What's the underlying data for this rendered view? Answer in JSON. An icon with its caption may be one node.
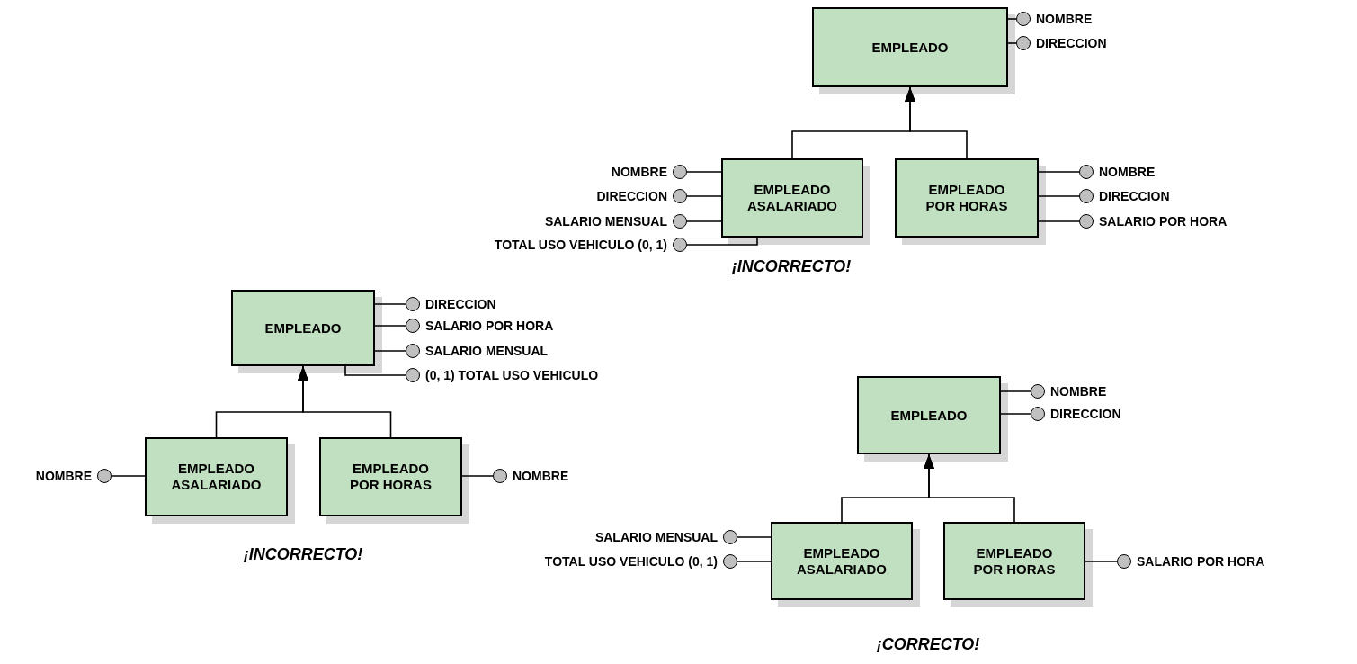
{
  "diagram": {
    "nodes": [
      {
        "text": [
          "EMPLEADO"
        ]
      },
      {
        "text": [
          "NOMBRE"
        ]
      },
      {
        "text": [
          "DIRECCION"
        ]
      },
      {
        "text": [
          "EMPLEADO ASALARIADO"
        ]
      },
      {
        "text": [
          "EMPLEADO POR HORAS"
        ]
      },
      {
        "text": [
          "NOMBRE"
        ]
      },
      {
        "text": [
          "DIRECCION"
        ]
      },
      {
        "text": [
          "SALARIO MENSUAL"
        ]
      },
      {
        "text": [
          "TOTAL USO VEHICULO (0, 1)"
        ]
      },
      {
        "text": [
          "NOMBRE"
        ]
      },
      {
        "text": [
          "DIRECCION"
        ]
      },
      {
        "text": [
          "SALARIO POR HORA"
        ]
      },
      {
        "text": [
          "EMPLEADO"
        ]
      },
      {
        "text": [
          "DIRECCION"
        ]
      },
      {
        "text": [
          "SALARIO POR HORA"
        ]
      },
      {
        "text": [
          "SALARIO MENSUAL"
        ]
      },
      {
        "text": [
          "(0, 1) TOTAL USO VEHICULO"
        ]
      },
      {
        "text": [
          "EMPLEADO ASALARIADO"
        ]
      },
      {
        "text": [
          "EMPLEADO POR HORAS"
        ]
      },
      {
        "text": [
          "NOMBRE"
        ]
      },
      {
        "text": [
          "NOMBRE"
        ]
      },
      {
        "text": [
          "EMPLEADO"
        ]
      },
      {
        "text": [
          "NOMBRE"
        ]
      },
      {
        "text": [
          "DIRECCION"
        ]
      },
      {
        "text": [
          "EMPLEADO ASALARIADO"
        ]
      },
      {
        "text": [
          "EMPLEADO POR HORAS"
        ]
      },
      {
        "text": [
          "SALARIO MENSUAL"
        ]
      },
      {
        "text": [
          "TOTAL USO VEHICULO (0, 1)"
        ]
      },
      {
        "text": [
          "SALARIO POR HORA"
        ]
      }
    ],
    "edges": [
      {
        "from": 0,
        "to": 1,
        "arrow": "none"
      },
      {
        "from": 0,
        "to": 2,
        "arrow": "none"
      },
      {
        "from": 3,
        "to": 0,
        "arrow": "to"
      },
      {
        "from": 4,
        "to": 0,
        "arrow": "to"
      },
      {
        "from": 3,
        "to": 5,
        "arrow": "none"
      },
      {
        "from": 3,
        "to": 6,
        "arrow": "none"
      },
      {
        "from": 3,
        "to": 7,
        "arrow": "none"
      },
      {
        "from": 3,
        "to": 8,
        "arrow": "none"
      },
      {
        "from": 4,
        "to": 9,
        "arrow": "none"
      },
      {
        "from": 4,
        "to": 10,
        "arrow": "none"
      },
      {
        "from": 4,
        "to": 11,
        "arrow": "none"
      },
      {
        "from": 12,
        "to": 13,
        "arrow": "none"
      },
      {
        "from": 12,
        "to": 14,
        "arrow": "none"
      },
      {
        "from": 12,
        "to": 15,
        "arrow": "none"
      },
      {
        "from": 12,
        "to": 16,
        "arrow": "none"
      },
      {
        "from": 17,
        "to": 12,
        "arrow": "to"
      },
      {
        "from": 18,
        "to": 12,
        "arrow": "to"
      },
      {
        "from": 17,
        "to": 19,
        "arrow": "none"
      },
      {
        "from": 18,
        "to": 20,
        "arrow": "none"
      },
      {
        "from": 21,
        "to": 22,
        "arrow": "none"
      },
      {
        "from": 21,
        "to": 23,
        "arrow": "none"
      },
      {
        "from": 24,
        "to": 21,
        "arrow": "to"
      },
      {
        "from": 25,
        "to": 21,
        "arrow": "to"
      },
      {
        "from": 24,
        "to": 26,
        "arrow": "none"
      },
      {
        "from": 24,
        "to": 27,
        "arrow": "none"
      },
      {
        "from": 25,
        "to": 28,
        "arrow": "none"
      }
    ],
    "labels": [
      "¡INCORRECTO!",
      "¡INCORRECTO!",
      "¡CORRECTO!"
    ]
  }
}
